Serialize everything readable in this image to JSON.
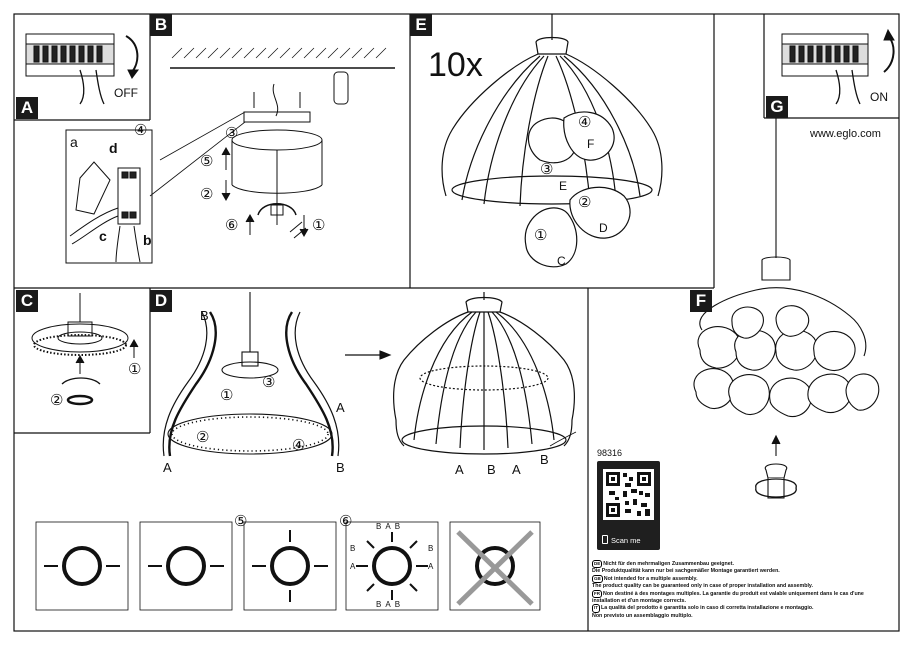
{
  "panels": {
    "a": {
      "letter": "A",
      "switch_label": "OFF"
    },
    "b": {
      "letter": "B",
      "circled_a": "a",
      "circled_b": "b",
      "circled_c": "c",
      "circled_d": "d",
      "step4": "④",
      "step3": "③",
      "step5": "⑤",
      "step2": "②",
      "step6": "⑥",
      "step1": "①"
    },
    "c": {
      "letter": "C",
      "step1": "①",
      "step2": "②"
    },
    "d": {
      "letter": "D",
      "label_a": "A",
      "label_b": "B",
      "step1": "①",
      "step2": "②",
      "step3": "③",
      "step4": "④",
      "step5": "⑤",
      "step6": "⑥",
      "ring_a": "A",
      "ring_b": "B"
    },
    "e": {
      "letter": "E",
      "count": "10x",
      "steps": [
        "④",
        "③",
        "②",
        "①"
      ],
      "leaves": [
        "F",
        "E",
        "D",
        "C"
      ]
    },
    "f": {
      "letter": "F",
      "product_number": "98316",
      "scan_label": "Scan me"
    },
    "g": {
      "letter": "G",
      "switch_label": "ON",
      "website": "www.eglo.com"
    }
  },
  "notes": [
    {
      "lang": "DE",
      "line1": "Nicht für den mehrmaligen Zusammenbau geeignet.",
      "line2": "Die Produktqualität kann nur bei sachgemäßer Montage garantiert werden."
    },
    {
      "lang": "GB",
      "line1": "Not intended for a multiple assembly.",
      "line2": "The product quality can be guaranteed only in case of proper installation and assembly."
    },
    {
      "lang": "FR",
      "line1": "Non destiné à des montages multiples. La garantie du produit est valable uniquement dans le cas d'une",
      "line2": "installation et d'un montage corrects."
    },
    {
      "lang": "IT",
      "line1": "La qualità del prodotto è garantita solo in caso di corretta installazione e montaggio.",
      "line2": "Non previsto un assemblaggio multiplo."
    }
  ]
}
